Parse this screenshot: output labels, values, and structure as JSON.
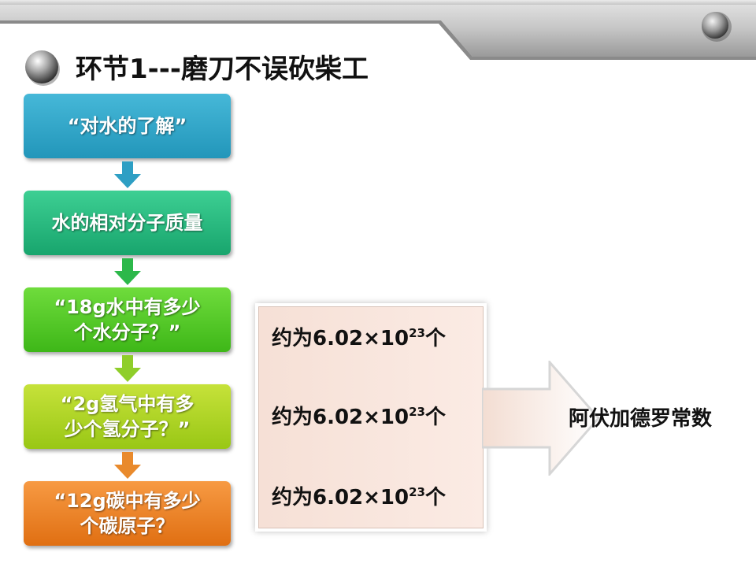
{
  "slide": {
    "title": "环节1---磨刀不误砍柴工"
  },
  "steps": [
    {
      "lines": [
        "“对水的了解”"
      ],
      "color": "#2aa3c8"
    },
    {
      "lines": [
        "水的相对分子质量"
      ],
      "color": "#22b47a"
    },
    {
      "lines": [
        "“18g水中有多少",
        "个水分子？”"
      ],
      "color": "#4cc424"
    },
    {
      "lines": [
        "“2g氢气中有多",
        "少个氢分子？”"
      ],
      "color": "#a9d21e"
    },
    {
      "lines": [
        "“12g碳中有多少",
        "个碳原子？"
      ],
      "color": "#ec8024"
    }
  ],
  "results": [
    {
      "prefix": "约为6.02×10",
      "exponent": "23",
      "suffix": "个"
    },
    {
      "prefix": "约为6.02×10",
      "exponent": "23",
      "suffix": "个"
    },
    {
      "prefix": "约为6.02×10",
      "exponent": "23",
      "suffix": "个"
    }
  ],
  "conclusion": "阿伏加德罗常数"
}
